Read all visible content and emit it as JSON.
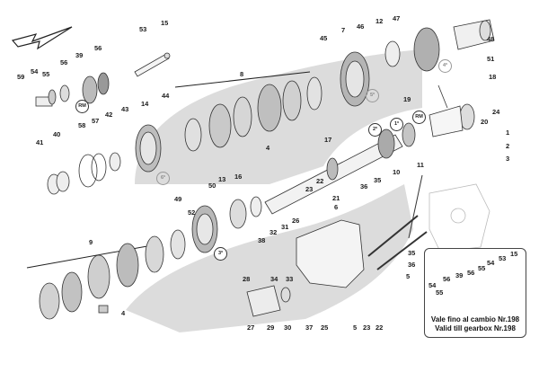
{
  "diagram": {
    "part_numbers": {
      "p1": "1",
      "p2": "2",
      "p3": "3",
      "p4a": "4",
      "p4b": "4",
      "p5a": "5",
      "p5b": "5",
      "p6": "6",
      "p7": "7",
      "p8": "8",
      "p9": "9",
      "p10": "10",
      "p11": "11",
      "p12": "12",
      "p13": "13",
      "p14": "14",
      "p15": "15",
      "p16": "16",
      "p17": "17",
      "p18": "18",
      "p19": "19",
      "p20": "20",
      "p21": "21",
      "p22a": "22",
      "p22b": "22",
      "p23a": "23",
      "p23b": "23",
      "p24": "24",
      "p25": "25",
      "p26": "26",
      "p27": "27",
      "p28": "28",
      "p29": "29",
      "p30": "30",
      "p31": "31",
      "p32": "32",
      "p33": "33",
      "p34": "34",
      "p35a": "35",
      "p35b": "35",
      "p36a": "36",
      "p36b": "36",
      "p37": "37",
      "p38": "38",
      "p39": "39",
      "p40": "40",
      "p41": "41",
      "p42": "42",
      "p43": "43",
      "p44": "44",
      "p45": "45",
      "p46": "46",
      "p47": "47",
      "p48": "48",
      "p49": "49",
      "p50": "50",
      "p51": "51",
      "p52": "52",
      "p53": "53",
      "p54": "54",
      "p55": "55",
      "p56": "56",
      "p57": "57",
      "p58": "58",
      "p59": "59"
    },
    "gear_tags": {
      "rm_upper": "RM",
      "rm_lower": "RM",
      "gear_4": "4ª",
      "gear_5": "5ª",
      "gear_6": "6ª",
      "gear_2": "2ª",
      "gear_1": "1ª",
      "gear_3": "3ª"
    },
    "inset": {
      "numbers": {
        "i15": "15",
        "i53": "53",
        "i54a": "54",
        "i54b": "54",
        "i55a": "55",
        "i55b": "55",
        "i56": "56",
        "i39": "39"
      },
      "note_line1": "Vale fino al cambio Nr.198",
      "note_line2": "Valid till gearbox Nr.198"
    }
  }
}
